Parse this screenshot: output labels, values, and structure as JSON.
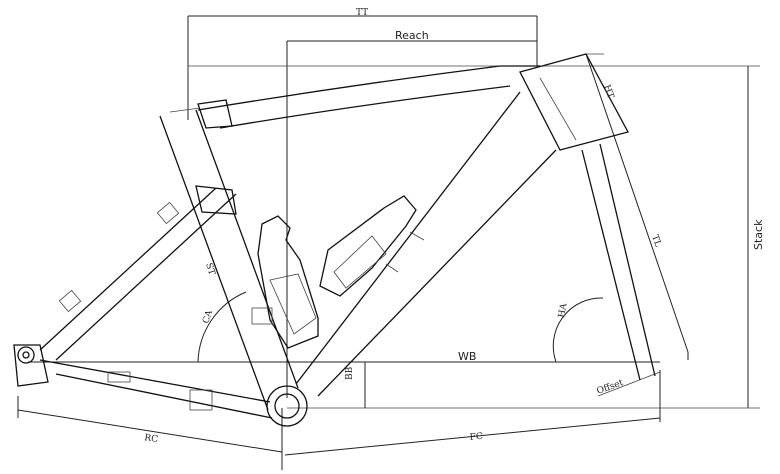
{
  "labels": {
    "tt": "TT",
    "reach": "Reach",
    "ht": "HT",
    "stack": "Stack",
    "tl": "TL",
    "ha": "HA",
    "st": "ST",
    "ca": "CA",
    "wb": "WB",
    "bb": "BB",
    "offset": "Offset",
    "rc": "RC",
    "fc": "FC"
  }
}
